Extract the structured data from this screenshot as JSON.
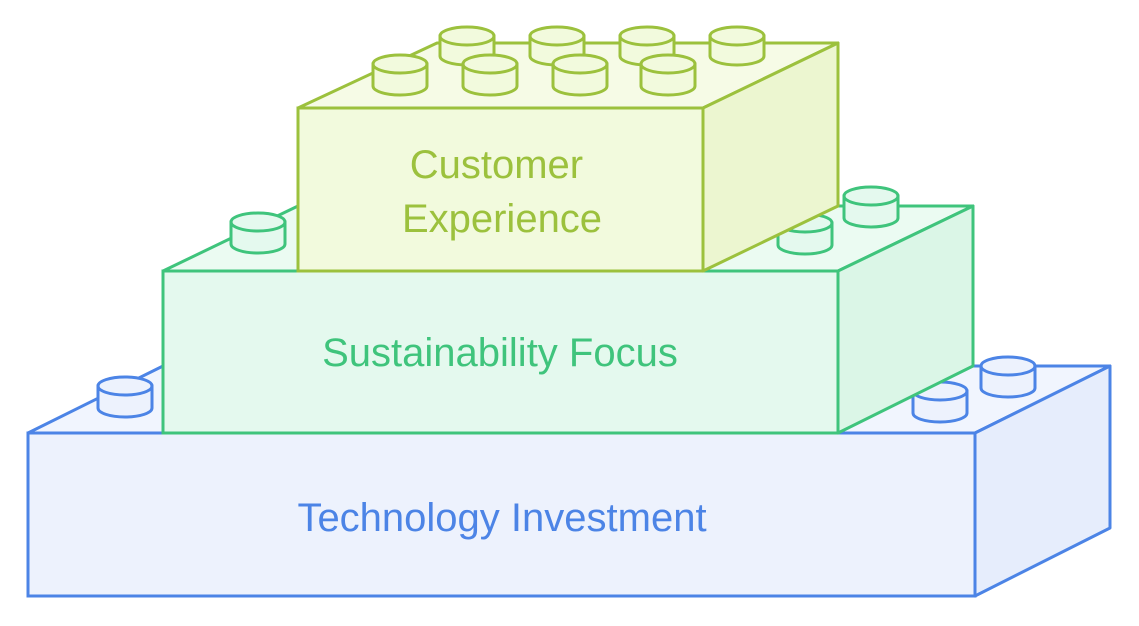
{
  "diagram": {
    "colors": {
      "blue_stroke": "#4c84e6",
      "blue_front": "#edf2fd",
      "blue_side": "#e6edfc",
      "blue_top": "#f1f5fe",
      "green_stroke": "#3fc47c",
      "green_front": "#e4f9ee",
      "green_side": "#dbf6e7",
      "green_top": "#ebfbf2",
      "lime_stroke": "#9cc13d",
      "lime_front": "#f2fadd",
      "lime_side": "#ecf6d0",
      "lime_top": "#f6fbe6"
    },
    "layers": [
      {
        "name": "technology-investment",
        "label": "Technology Investment",
        "color": "blue"
      },
      {
        "name": "sustainability-focus",
        "label": "Sustainability Focus",
        "color": "green"
      },
      {
        "name": "customer-experience",
        "label_lines": [
          "Customer",
          "Experience"
        ],
        "color": "lime"
      }
    ]
  }
}
